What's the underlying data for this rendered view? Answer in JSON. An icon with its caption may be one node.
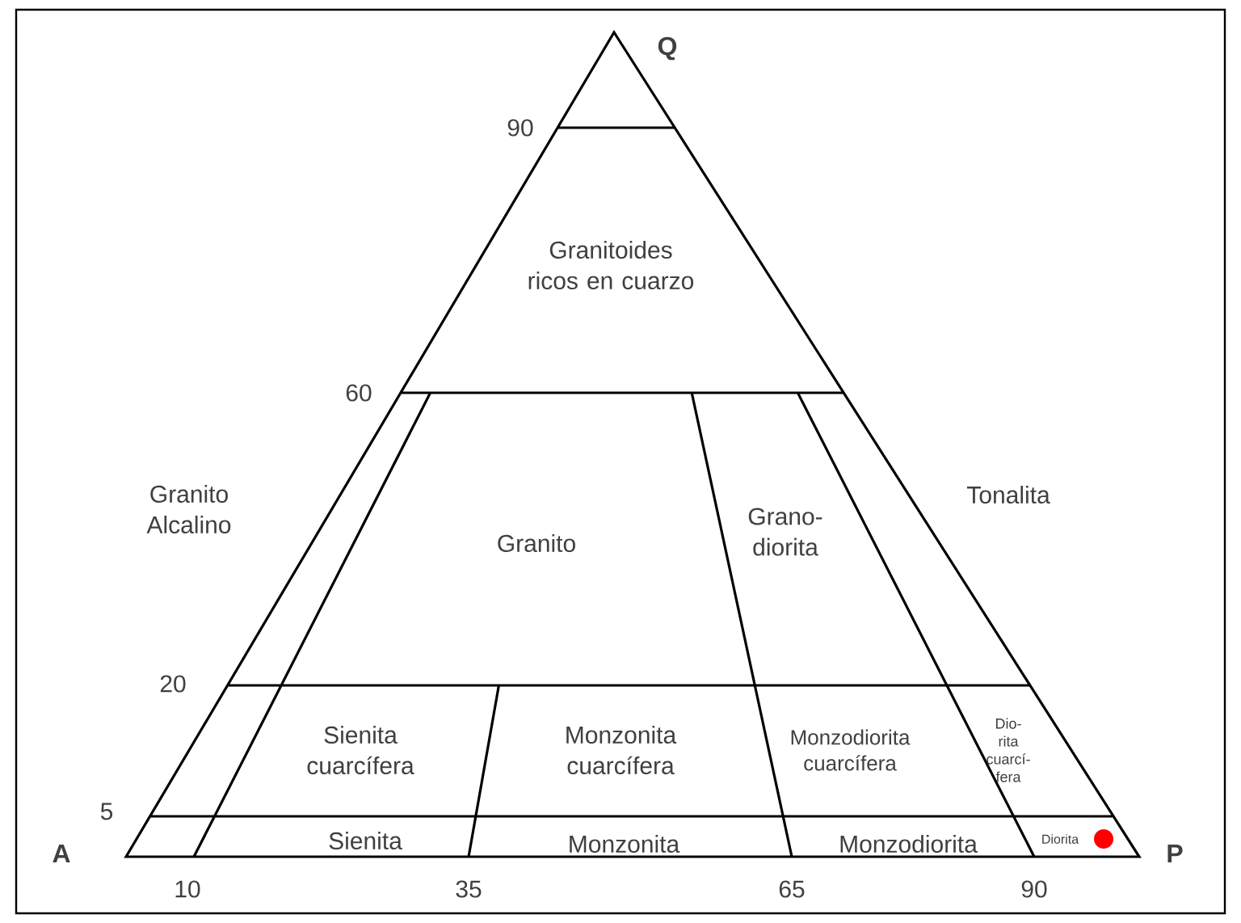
{
  "diagram": {
    "labels": [
      "Q",
      "90",
      "Granitoides ricos en cuarzo",
      "60",
      "Granito Alcalino",
      "Granito",
      "Grano- diorita",
      "Tonalita",
      "20",
      "Sienita cuarcífera",
      "Monzonita cuarcífera",
      "Monzodiorita cuarcífera",
      "Dio- rita cuarcí- fera",
      "5",
      "A",
      "Sienita",
      "Monzonita",
      "Monzodiorita",
      "Diorita",
      "P",
      "10",
      "35",
      "65",
      "90"
    ]
  }
}
